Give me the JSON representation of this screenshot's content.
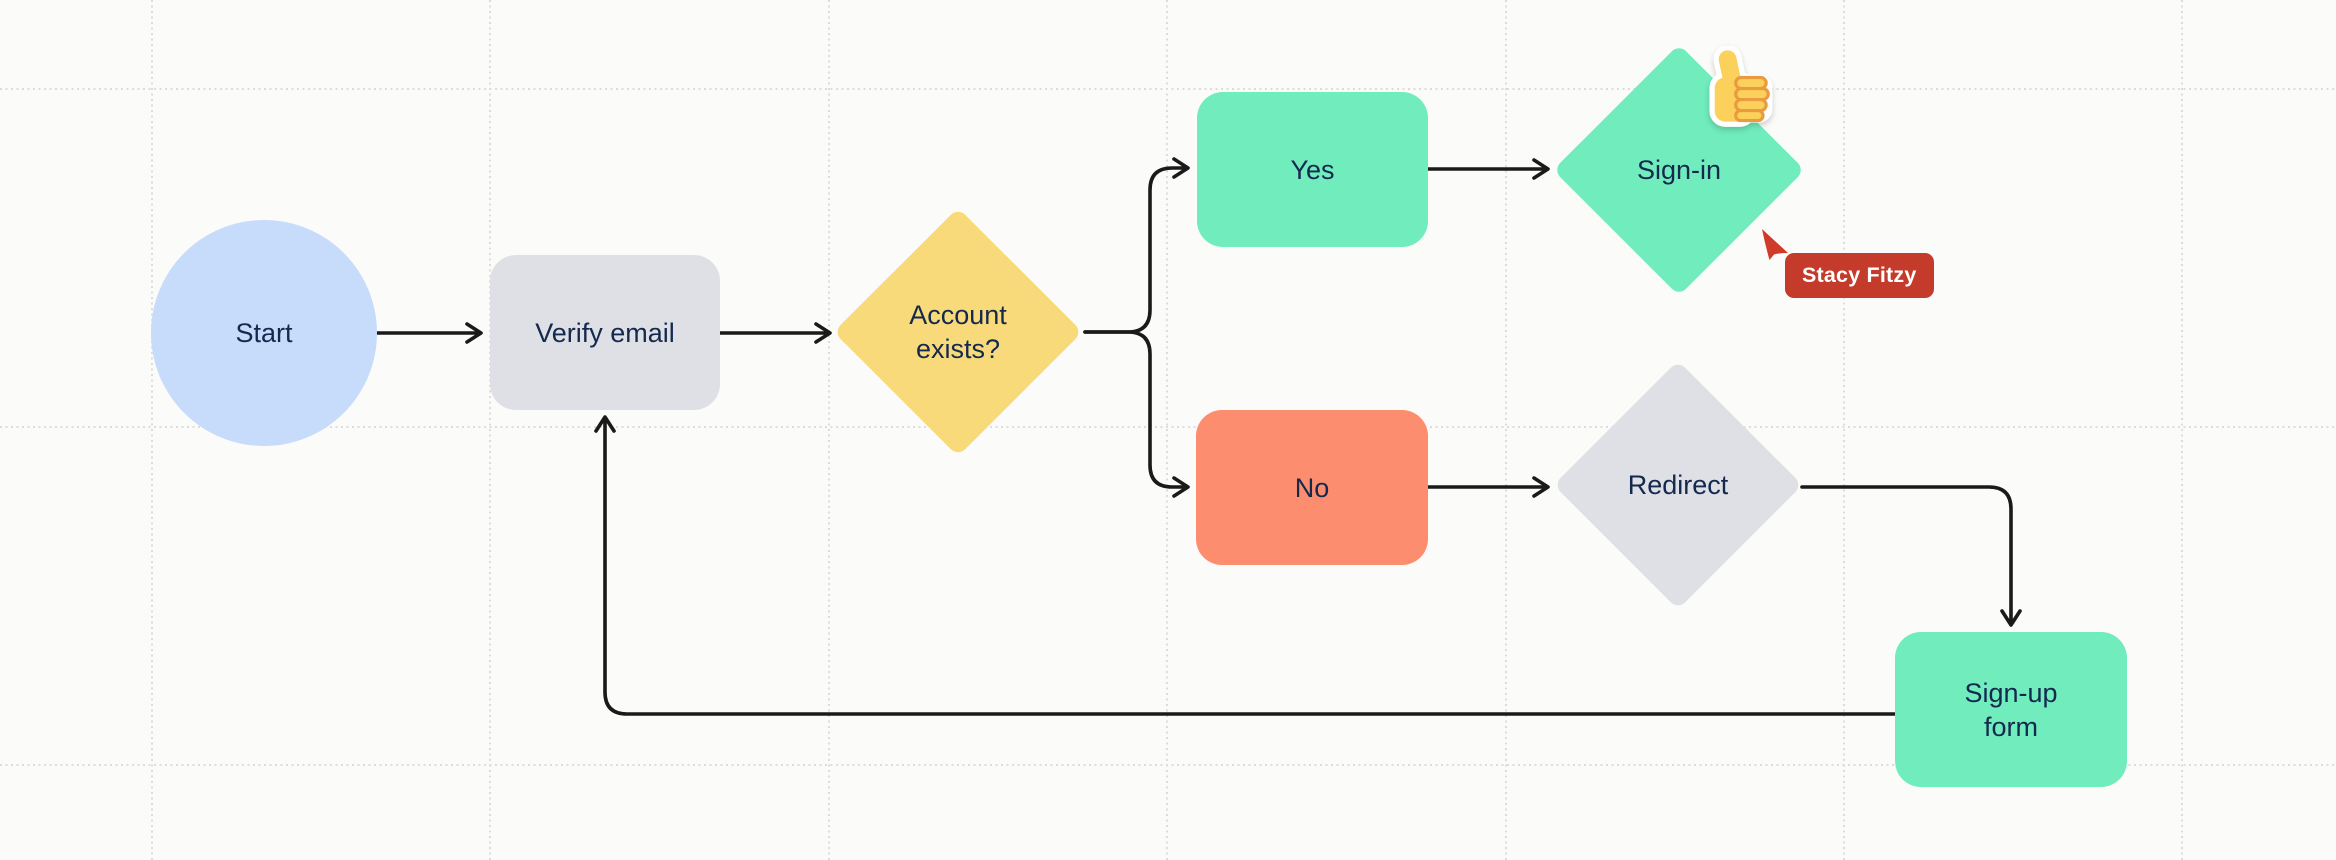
{
  "canvas": {
    "background": "#fbfbf9",
    "grid_dot_color": "#dcdcdf"
  },
  "nodes": {
    "start": {
      "label": "Start",
      "shape": "circle",
      "fill": "#c7dcfa"
    },
    "verify_email": {
      "label": "Verify email",
      "shape": "rounded-rect",
      "fill": "#dee0e5"
    },
    "account_exists": {
      "label": "Account exists?",
      "shape": "diamond",
      "fill": "#f9da7a"
    },
    "yes": {
      "label": "Yes",
      "shape": "rounded-rect",
      "fill": "#70ecbd"
    },
    "sign_in": {
      "label": "Sign-in",
      "shape": "diamond",
      "fill": "#70ecbd"
    },
    "no": {
      "label": "No",
      "shape": "rounded-rect",
      "fill": "#fc8d6f"
    },
    "redirect": {
      "label": "Redirect",
      "shape": "diamond",
      "fill": "#dee0e5"
    },
    "sign_up_form": {
      "label": "Sign-up form",
      "shape": "rounded-rect",
      "fill": "#70ecbd"
    }
  },
  "edges": [
    {
      "from": "start",
      "to": "verify_email"
    },
    {
      "from": "verify_email",
      "to": "account_exists"
    },
    {
      "from": "account_exists",
      "to": "yes"
    },
    {
      "from": "account_exists",
      "to": "no"
    },
    {
      "from": "yes",
      "to": "sign_in"
    },
    {
      "from": "no",
      "to": "redirect"
    },
    {
      "from": "redirect",
      "to": "sign_up_form"
    },
    {
      "from": "sign_up_form",
      "to": "verify_email"
    }
  ],
  "sticker": {
    "emoji": "thumbs-up",
    "attached_to": "sign_in"
  },
  "collaborator_cursor": {
    "name": "Stacy Fitzy",
    "color": "#c53b2b"
  },
  "styles": {
    "node_text_color": "#14294e",
    "connector_color": "#1a1a1a"
  }
}
